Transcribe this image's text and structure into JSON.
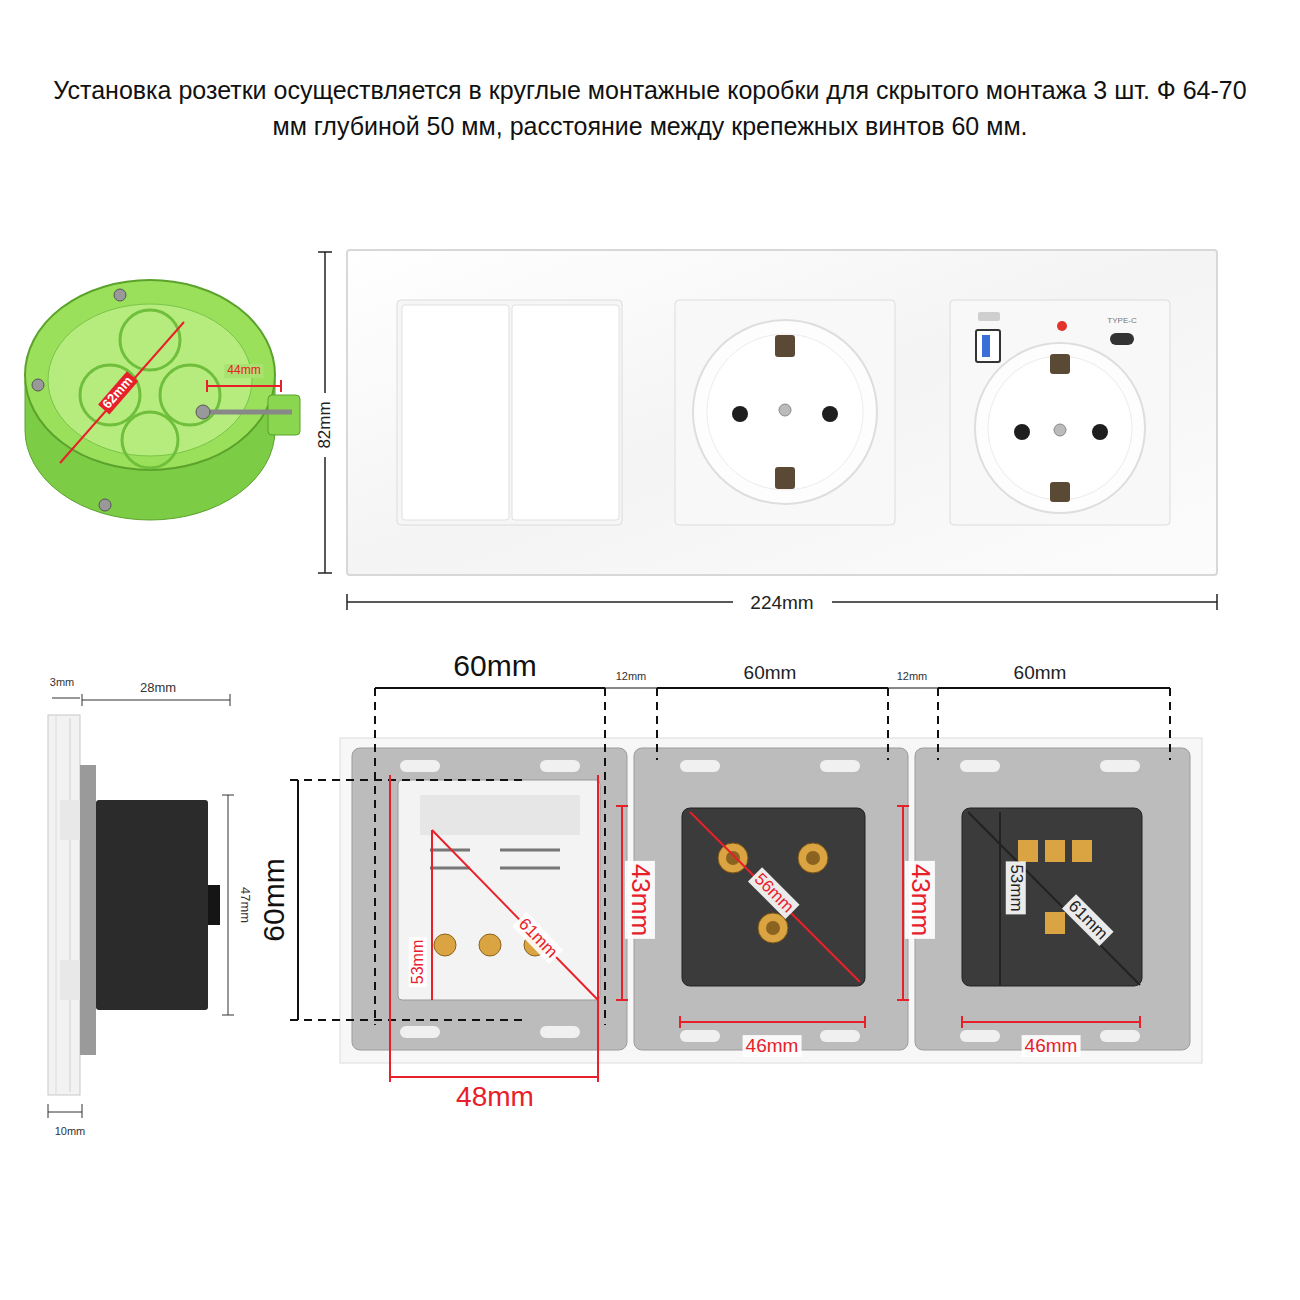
{
  "diagram": {
    "title": "Установка розетки осуществляется в круглые монтажные коробки для скрытого монтажа 3 шт. Ф 64-70 мм глубиной 50 мм, расстояние между крепежных винтов 60 мм.",
    "labels": [
      "62mm",
      "44mm",
      "TYPE-C",
      "82mm",
      "224mm",
      "3mm",
      "28mm",
      "47mm",
      "10mm",
      "60mm",
      "12mm",
      "60mm",
      "12mm",
      "60mm",
      "60mm",
      "43mm",
      "53mm",
      "61mm",
      "48mm",
      "56mm",
      "43mm",
      "46mm",
      "53mm",
      "61mm",
      "46mm"
    ]
  }
}
